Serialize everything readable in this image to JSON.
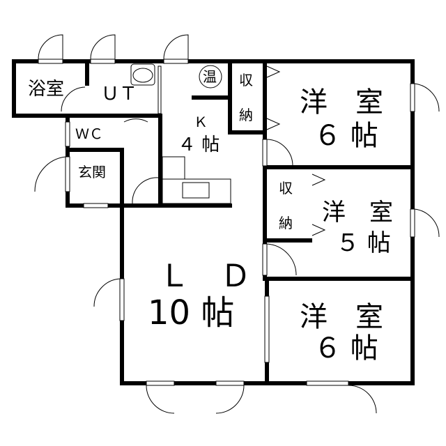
{
  "rooms": {
    "bath": "浴室",
    "ut": "ＵＴ",
    "wc": "ＷＣ",
    "entrance": "玄関",
    "water_heater": "温",
    "kitchen_name": "Ｋ",
    "kitchen_size": "４ 帖",
    "closet1_a": "収",
    "closet1_b": "納",
    "closet2_a": "収",
    "closet2_b": "納",
    "room1_name": "洋　室",
    "room1_size": "６ 帖",
    "room2_name": "洋　室",
    "room2_size": "５ 帖",
    "room3_name": "洋　室",
    "room3_size": "６ 帖",
    "ld_name": "Ｌ　Ｄ",
    "ld_size": "10 帖"
  }
}
